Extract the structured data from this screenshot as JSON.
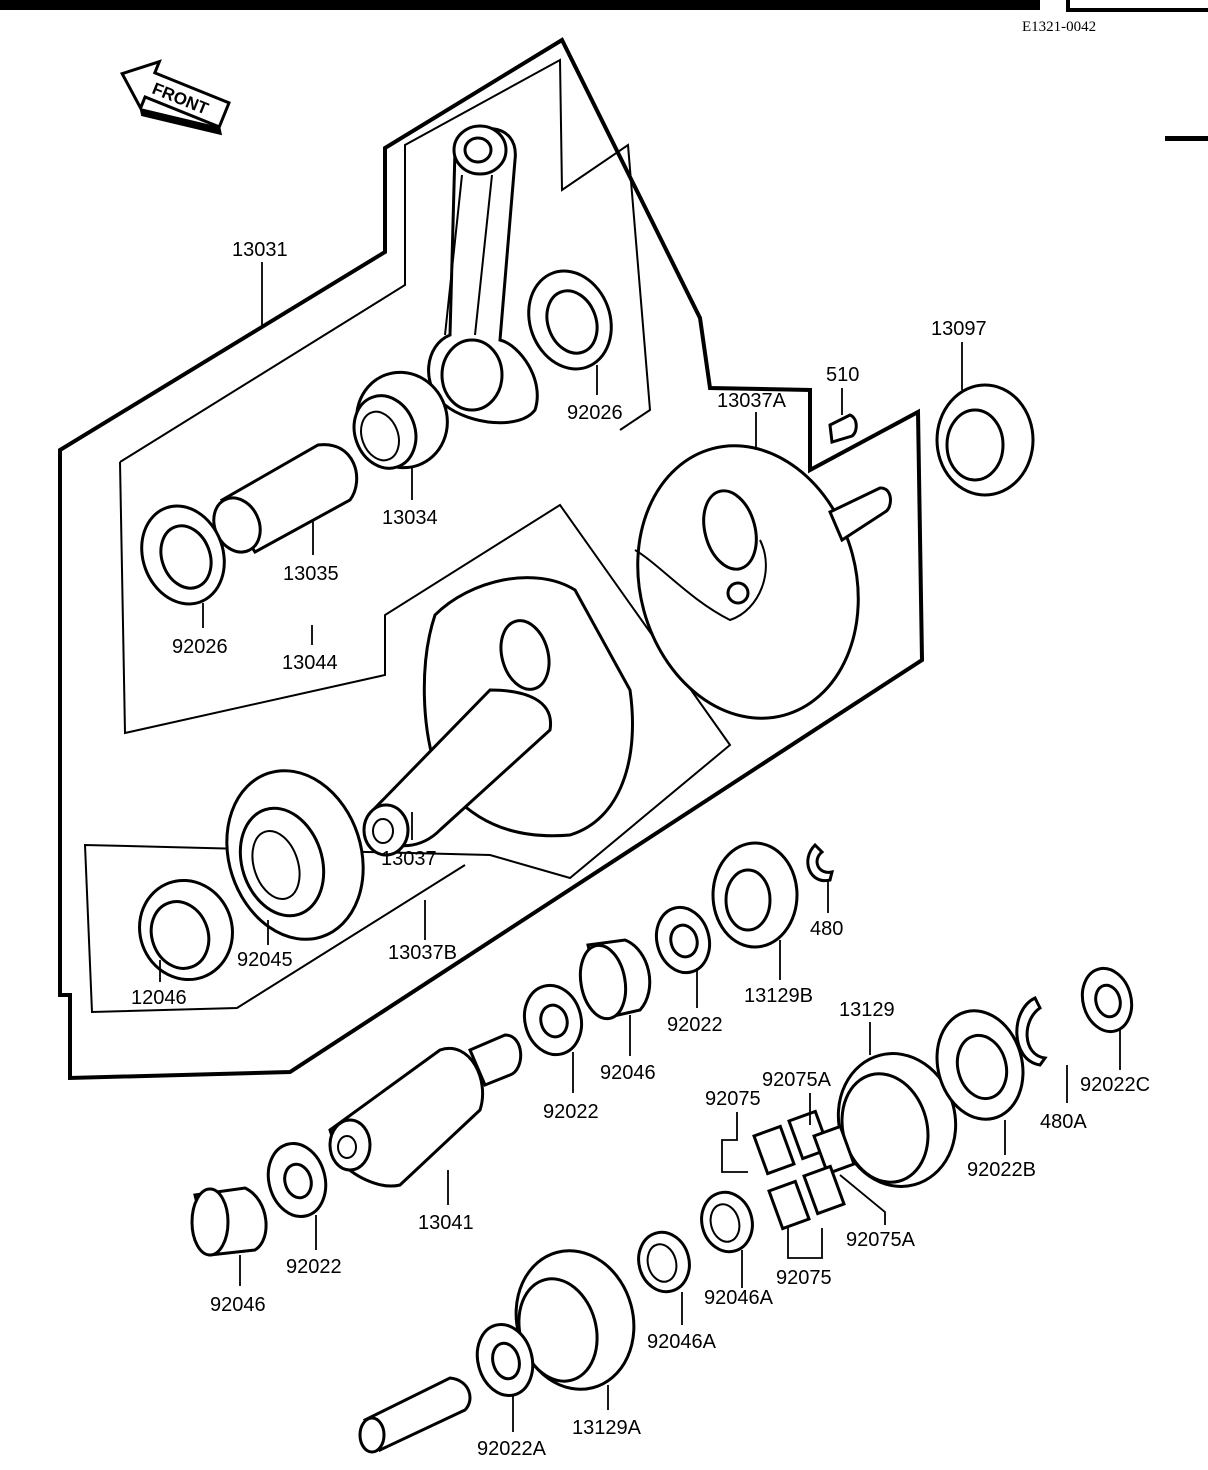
{
  "header": {
    "code": "E1321-0042"
  },
  "front_badge": {
    "text": "FRONT"
  },
  "labels": [
    {
      "id": "l13031",
      "text": "13031"
    },
    {
      "id": "l92026a",
      "text": "92026"
    },
    {
      "id": "l13034",
      "text": "13034"
    },
    {
      "id": "l13035",
      "text": "13035"
    },
    {
      "id": "l92026b",
      "text": "92026"
    },
    {
      "id": "l13044",
      "text": "13044"
    },
    {
      "id": "l13097",
      "text": "13097"
    },
    {
      "id": "l510",
      "text": "510"
    },
    {
      "id": "l13037A",
      "text": "13037A"
    },
    {
      "id": "l13037",
      "text": "13037"
    },
    {
      "id": "l92045",
      "text": "92045"
    },
    {
      "id": "l12046",
      "text": "12046"
    },
    {
      "id": "l13037B",
      "text": "13037B"
    },
    {
      "id": "l480",
      "text": "480"
    },
    {
      "id": "l13129B",
      "text": "13129B"
    },
    {
      "id": "l92022a",
      "text": "92022"
    },
    {
      "id": "l92046a",
      "text": "92046"
    },
    {
      "id": "l92022b",
      "text": "92022"
    },
    {
      "id": "l13129",
      "text": "13129"
    },
    {
      "id": "l92022C",
      "text": "92022C"
    },
    {
      "id": "l480A",
      "text": "480A"
    },
    {
      "id": "l92022B",
      "text": "92022B"
    },
    {
      "id": "l92075Aa",
      "text": "92075A"
    },
    {
      "id": "l92075a",
      "text": "92075"
    },
    {
      "id": "l92075Ab",
      "text": "92075A"
    },
    {
      "id": "l92075b",
      "text": "92075"
    },
    {
      "id": "l13041",
      "text": "13041"
    },
    {
      "id": "l92022c",
      "text": "92022"
    },
    {
      "id": "l92046b",
      "text": "92046"
    },
    {
      "id": "l92046Aa",
      "text": "92046A"
    },
    {
      "id": "l92046Ab",
      "text": "92046A"
    },
    {
      "id": "l13129A",
      "text": "13129A"
    },
    {
      "id": "l92022A",
      "text": "92022A"
    }
  ]
}
